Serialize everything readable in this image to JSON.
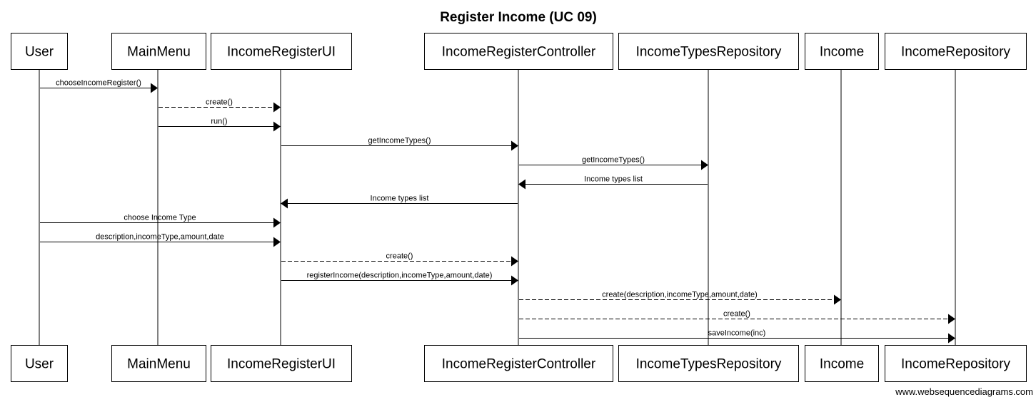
{
  "title": "Register Income (UC 09)",
  "watermark": "www.websequencediagrams.com",
  "participants": [
    {
      "id": "user",
      "label": "User"
    },
    {
      "id": "mainmenu",
      "label": "MainMenu"
    },
    {
      "id": "ui",
      "label": "IncomeRegisterUI"
    },
    {
      "id": "controller",
      "label": "IncomeRegisterController"
    },
    {
      "id": "typesrepo",
      "label": "IncomeTypesRepository"
    },
    {
      "id": "income",
      "label": "Income"
    },
    {
      "id": "repo",
      "label": "IncomeRepository"
    }
  ],
  "messages": [
    {
      "from": "user",
      "to": "mainmenu",
      "label": "chooseIncomeRegister()",
      "style": "solid"
    },
    {
      "from": "mainmenu",
      "to": "ui",
      "label": "create()",
      "style": "dashed"
    },
    {
      "from": "mainmenu",
      "to": "ui",
      "label": "run()",
      "style": "solid"
    },
    {
      "from": "ui",
      "to": "controller",
      "label": "getIncomeTypes()",
      "style": "solid"
    },
    {
      "from": "controller",
      "to": "typesrepo",
      "label": "getIncomeTypes()",
      "style": "solid"
    },
    {
      "from": "typesrepo",
      "to": "controller",
      "label": "Income types list",
      "style": "solid"
    },
    {
      "from": "controller",
      "to": "ui",
      "label": "Income types list",
      "style": "solid"
    },
    {
      "from": "user",
      "to": "ui",
      "label": "choose Income Type",
      "style": "solid"
    },
    {
      "from": "user",
      "to": "ui",
      "label": "description,incomeType,amount,date",
      "style": "solid"
    },
    {
      "from": "ui",
      "to": "controller",
      "label": "create()",
      "style": "dashed"
    },
    {
      "from": "ui",
      "to": "controller",
      "label": "registerIncome(description,incomeType,amount,date)",
      "style": "solid"
    },
    {
      "from": "controller",
      "to": "income",
      "label": "create(description,incomeType,amount,date)",
      "style": "dashed"
    },
    {
      "from": "controller",
      "to": "repo",
      "label": "create()",
      "style": "dashed"
    },
    {
      "from": "controller",
      "to": "repo",
      "label": "saveIncome(inc)",
      "style": "solid"
    }
  ]
}
